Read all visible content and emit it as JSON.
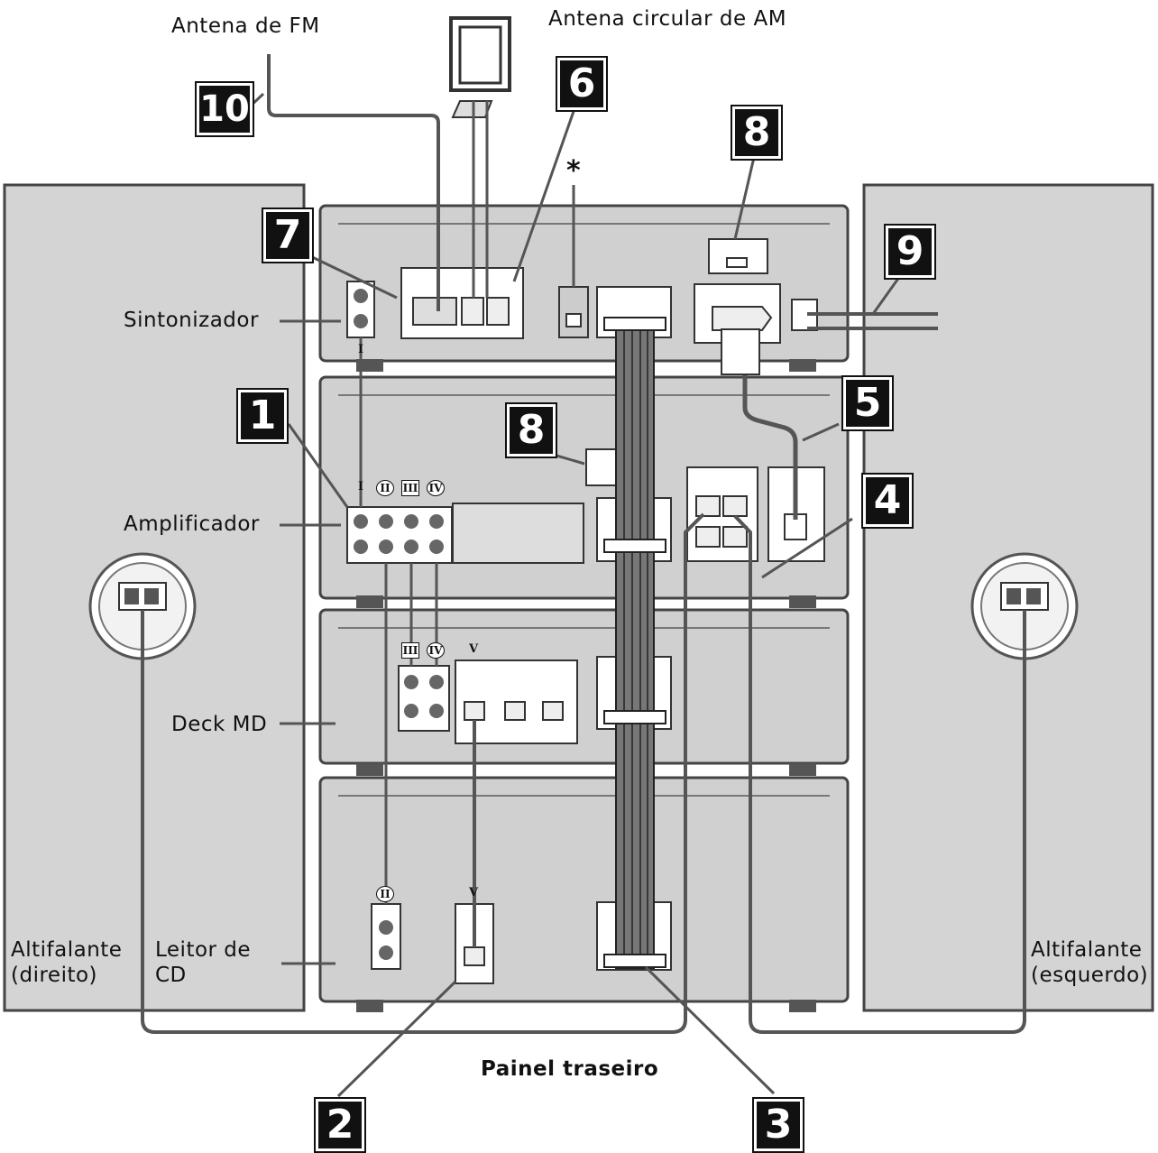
{
  "diagram": {
    "title": "Painel traseiro",
    "labels": {
      "fm_antenna": "Antena de FM",
      "am_antenna": "Antena circular de AM",
      "tuner": "Sintonizador",
      "amplifier": "Amplificador",
      "md_deck": "Deck MD",
      "cd_player_1": "Leitor de",
      "cd_player_2": "CD",
      "speaker_right_1": "Altifalante",
      "speaker_right_2": "(direito)",
      "speaker_left_1": "Altifalante",
      "speaker_left_2": "(esquerdo)",
      "asterisk": "*"
    },
    "callouts": [
      "1",
      "2",
      "3",
      "4",
      "5",
      "6",
      "7",
      "8",
      "8",
      "9",
      "10"
    ],
    "jack_marks": {
      "amp_i": "I",
      "amp_ii": "II",
      "amp_iii": "III",
      "amp_iv": "IV",
      "md_iii": "III",
      "md_iv": "IV",
      "md_v": "V",
      "cd_ii": "II",
      "cd_v": "V",
      "tuner_i": "I"
    },
    "colors": {
      "panel": "#d4d4d4",
      "unit": "#d0d0d0",
      "line": "#3a3a3a",
      "callout_bg": "#111111"
    }
  }
}
